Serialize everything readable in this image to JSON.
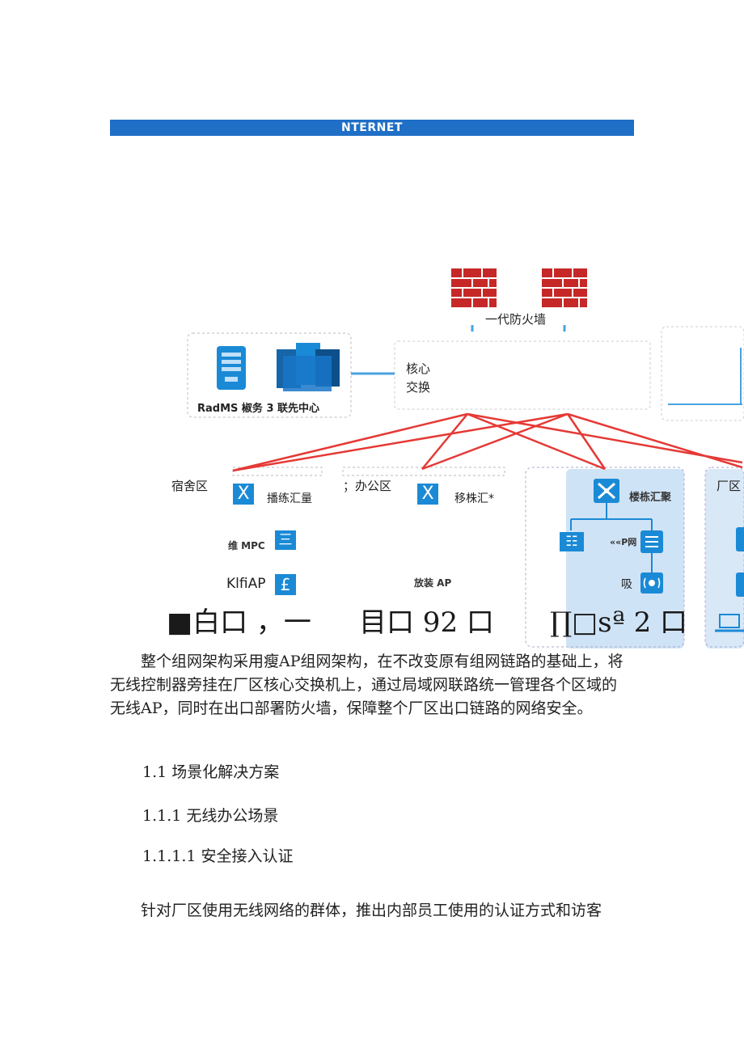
{
  "diagram": {
    "banner": "NTERNET",
    "firewall_label": "一代防火墙",
    "core_label_line1": "核心",
    "core_label_line2": "交换",
    "server_label": "RadMS 椒务 3 联先中心",
    "zones": [
      {
        "name": "宿舍区",
        "switch_label": "播练汇量",
        "device_label": "维 MPC",
        "ap_label": "KlfiAP"
      },
      {
        "name": "；办公区",
        "switch_label": "移株汇*",
        "ap_label": "放装 AP"
      },
      {
        "switch_label": "楼栋汇聚",
        "device_label": "««P网",
        "ap_label": "吸"
      },
      {
        "name": "厂区"
      }
    ],
    "icons": {
      "switch_glyph": "X",
      "device_glyph": "三",
      "ap_glyph": "£",
      "stack_glyph": "☷"
    },
    "bottom_garble": [
      "■白口 ，一",
      "目口 92 口",
      "∏□sª 2 口"
    ],
    "colors": {
      "accent": "#1f6fc6",
      "link_red": "#e53935",
      "firewall": "#c62828",
      "zone_bg": "#cfe3f6"
    }
  },
  "document": {
    "paragraph1": "整个组网架构采用瘦AP组网架构，在不改变原有组网链路的基础上，将无线控制器旁挂在厂区核心交换机上，通过局域网联路统一管理各个区域的无线AP，同时在出口部署防火墙，保障整个厂区出口链路的网络安全。",
    "heading1": "1.1 场景化解决方案",
    "heading2": "1.1.1 无线办公场景",
    "heading3": "1.1.1.1 安全接入认证",
    "paragraph2": "针对厂区使用无线网络的群体，推出内部员工使用的认证方式和访客"
  }
}
